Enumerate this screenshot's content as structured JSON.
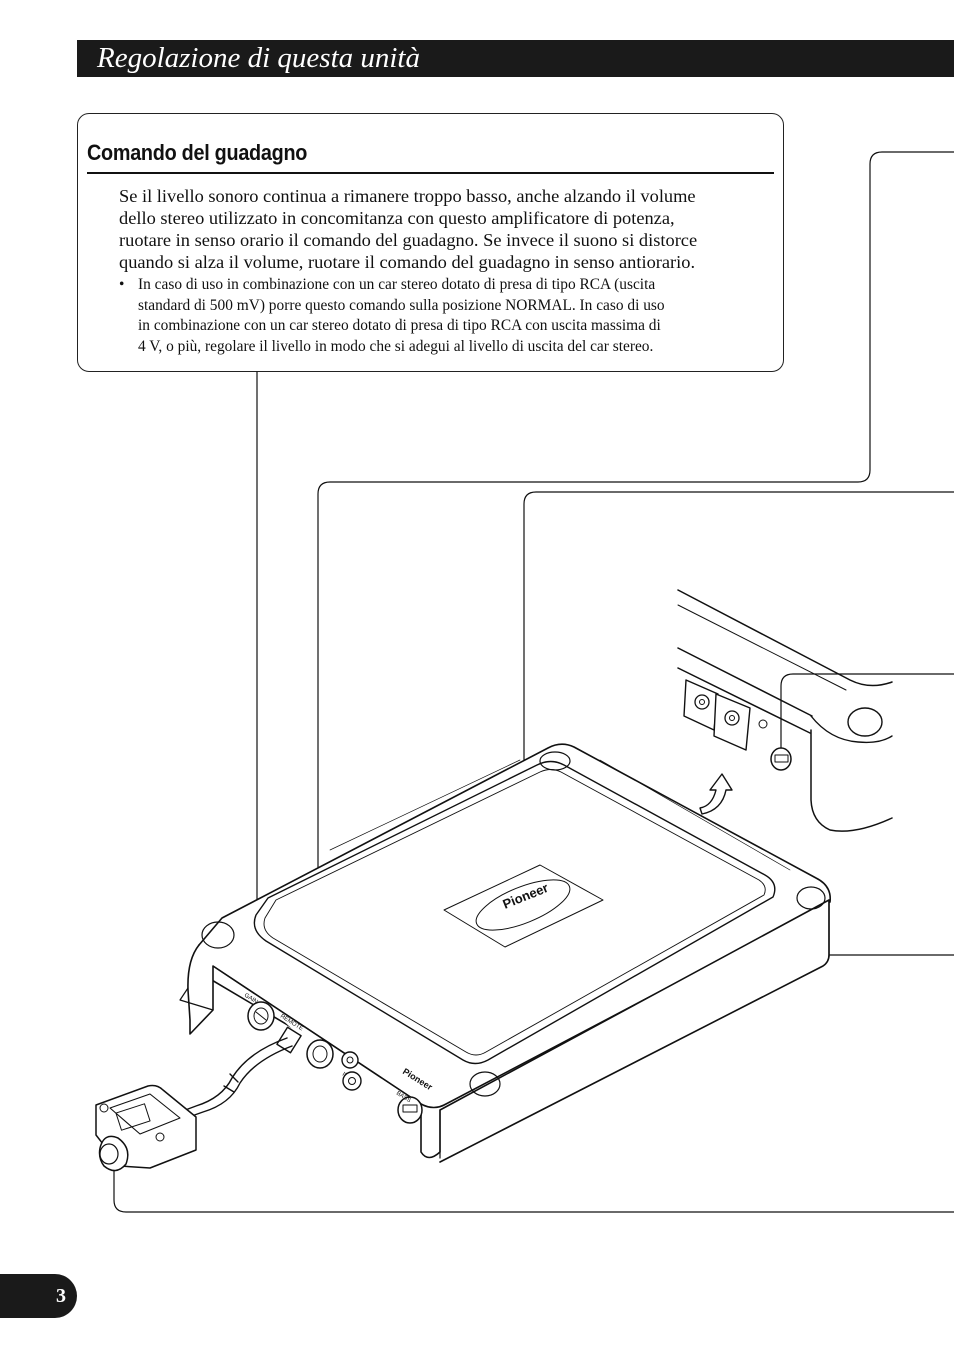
{
  "header": {
    "title": "Regolazione di questa unità"
  },
  "section": {
    "heading": "Comando del guadagno",
    "body_lines": [
      "Se il livello sonoro continua a rimanere troppo basso, anche alzando il volume",
      "dello stereo utilizzato in concomitanza con questo amplificatore di potenza,",
      "ruotare in senso orario il comando del guadagno. Se invece il suono si distorce",
      "quando si alza il volume, ruotare il comando del guadagno in senso antiorario."
    ],
    "bullet_mark": "•",
    "bullet_lines": [
      "In caso di uso in combinazione con un car stereo dotato di presa di tipo RCA (uscita",
      "standard di 500 mV) porre questo comando sulla posizione NORMAL. In caso di uso",
      "in combinazione con un car stereo dotato di presa di tipo RCA con uscita massima di",
      "4 V, o più, regolare il livello in modo che si adegui al livello di uscita del car stereo."
    ]
  },
  "illustration": {
    "amp_labels": {
      "gain": "GAIN",
      "remote": "REMOTE",
      "input": "INPUT",
      "bass": "BASS",
      "brand_side": "Pioneer"
    },
    "brand_plate": "Pioneer"
  },
  "footer": {
    "page_number": "3"
  }
}
